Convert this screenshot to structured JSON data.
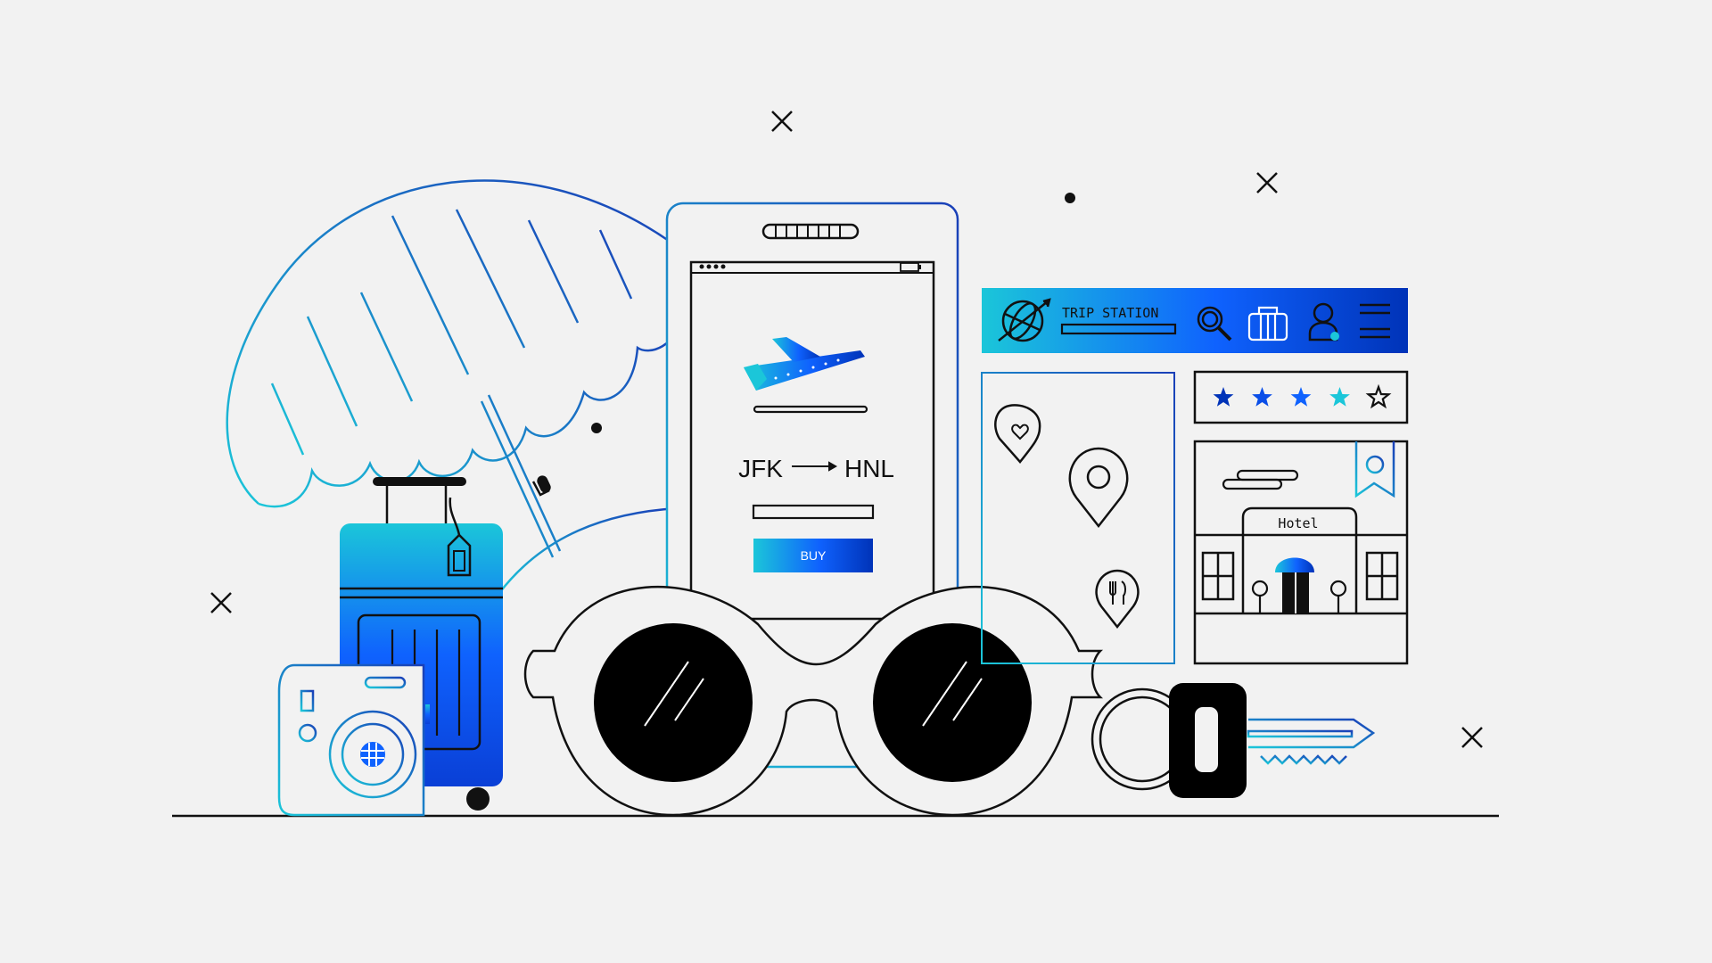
{
  "phone": {
    "origin": "JFK",
    "destination": "HNL",
    "buy_label": "BUY"
  },
  "site_header": {
    "title": "TRIP STATION"
  },
  "rating": {
    "filled_stars": 4,
    "total_stars": 5
  },
  "hotel": {
    "sign": "Hotel"
  },
  "colors": {
    "background": "#f2f2f2",
    "ink": "#111111",
    "accent_blue": "#0f62fe",
    "deep_blue": "#0033b8",
    "cyan": "#1bc6d9"
  }
}
